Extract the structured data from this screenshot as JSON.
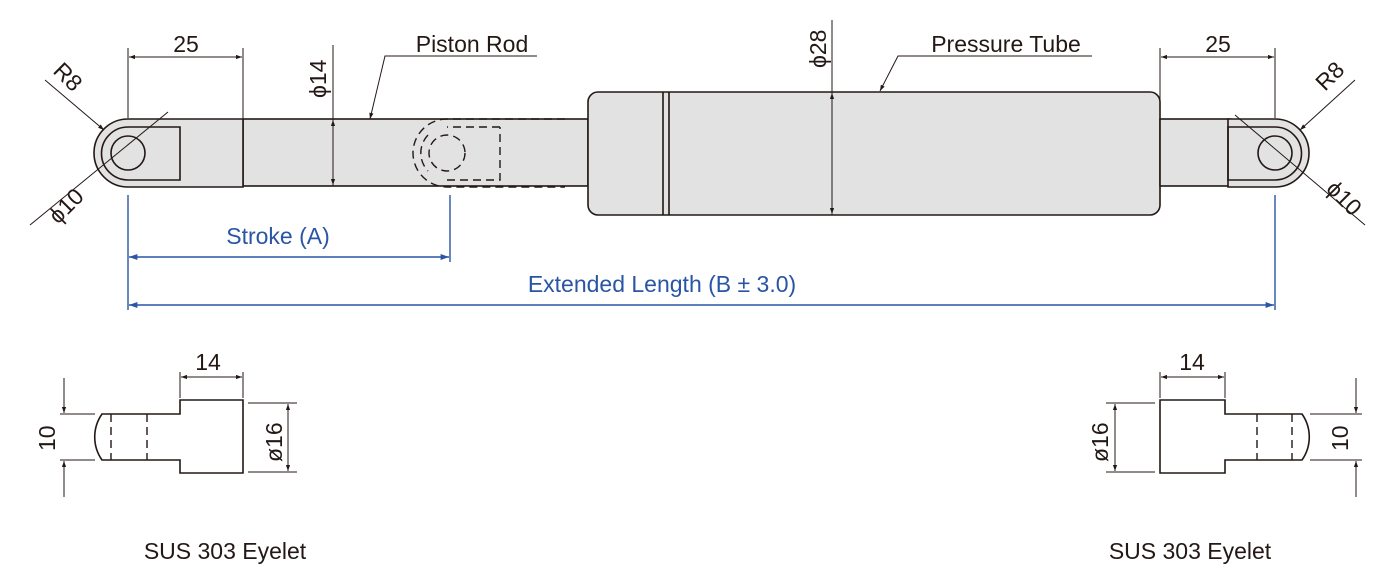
{
  "dimensions": {
    "eyelet_length_left": "25",
    "eyelet_length_right": "25",
    "radius_left": "R8",
    "radius_right": "R8",
    "hole_left": "ϕ10",
    "hole_right": "ϕ10",
    "rod_diameter": "ϕ14",
    "tube_diameter": "ϕ28",
    "detail_length_left": "14",
    "detail_length_right": "14",
    "detail_diameter_left": "ø16",
    "detail_diameter_right": "ø16",
    "detail_width_left": "10",
    "detail_width_right": "10"
  },
  "labels": {
    "piston_rod": "Piston Rod",
    "pressure_tube": "Pressure Tube",
    "stroke": "Stroke (A)",
    "extended_length": "Extended Length (B ± 3.0)",
    "eyelet_left": "SUS 303 Eyelet",
    "eyelet_right": "SUS 303 Eyelet"
  },
  "colors": {
    "dimension_blue": "#2a55a5",
    "body_gray": "#e2e2e2",
    "line": "#231815"
  }
}
